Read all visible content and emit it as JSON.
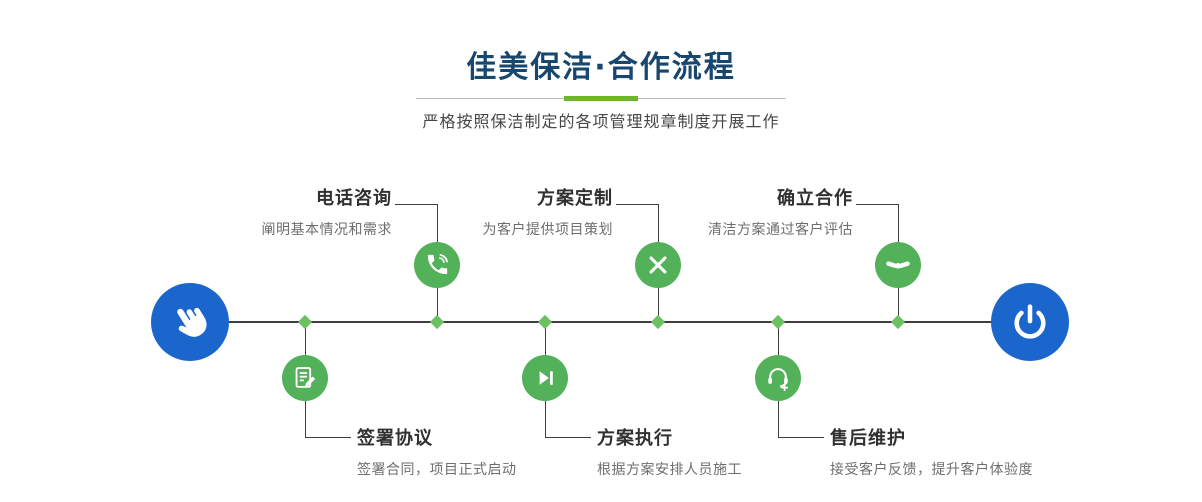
{
  "header": {
    "title": "佳美保洁·合作流程",
    "subtitle": "严格按照保洁制定的各项管理规章制度开展工作"
  },
  "steps_top": [
    {
      "title": "电话咨询",
      "desc": "阐明基本情况和需求",
      "icon": "phone-icon"
    },
    {
      "title": "方案定制",
      "desc": "为客户提供项目策划",
      "icon": "design-tools-icon"
    },
    {
      "title": "确立合作",
      "desc": "清洁方案通过客户评估",
      "icon": "handshake-icon"
    }
  ],
  "steps_bottom": [
    {
      "title": "签署协议",
      "desc": "签署合同，项目正式启动",
      "icon": "sign-document-icon"
    },
    {
      "title": "方案执行",
      "desc": "根据方案安排人员施工",
      "icon": "execute-icon"
    },
    {
      "title": "售后维护",
      "desc": "接受客户反馈，提升客户体验度",
      "icon": "customer-service-icon"
    }
  ],
  "endpoints": {
    "start_icon": "hand-pointer-icon",
    "end_icon": "power-icon"
  },
  "colors": {
    "title_navy": "#17466e",
    "accent_green": "#52b159",
    "diamond_green": "#69c161",
    "accent_blue": "#1a66cc",
    "line_dark": "#3e3e3e",
    "divider_green": "#6fb52e"
  }
}
